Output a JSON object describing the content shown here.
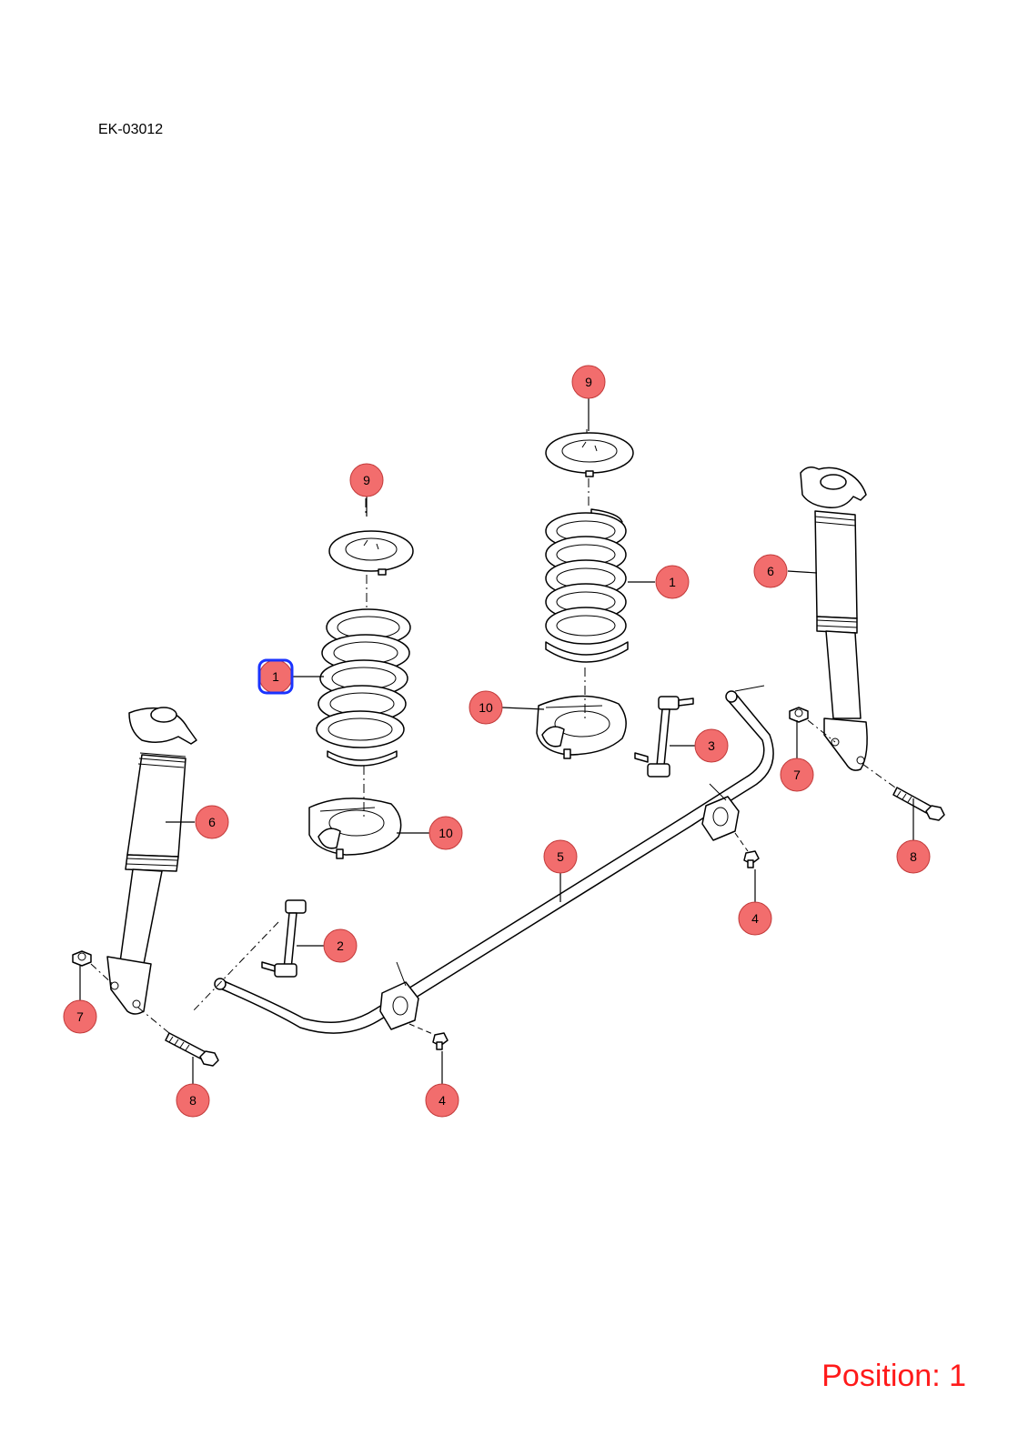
{
  "header": {
    "diagram_code": "EK-03012"
  },
  "footer": {
    "position_label": "Position: 1"
  },
  "selection": {
    "part_number": "1"
  },
  "callouts": [
    {
      "id": "9a",
      "label": "9"
    },
    {
      "id": "9b",
      "label": "9"
    },
    {
      "id": "1a",
      "label": "1"
    },
    {
      "id": "1b",
      "label": "1"
    },
    {
      "id": "10a",
      "label": "10"
    },
    {
      "id": "10b",
      "label": "10"
    },
    {
      "id": "6a",
      "label": "6"
    },
    {
      "id": "6b",
      "label": "6"
    },
    {
      "id": "3",
      "label": "3"
    },
    {
      "id": "7a",
      "label": "7"
    },
    {
      "id": "7b",
      "label": "7"
    },
    {
      "id": "8a",
      "label": "8"
    },
    {
      "id": "8b",
      "label": "8"
    },
    {
      "id": "5",
      "label": "5"
    },
    {
      "id": "4a",
      "label": "4"
    },
    {
      "id": "4b",
      "label": "4"
    },
    {
      "id": "2",
      "label": "2"
    }
  ]
}
